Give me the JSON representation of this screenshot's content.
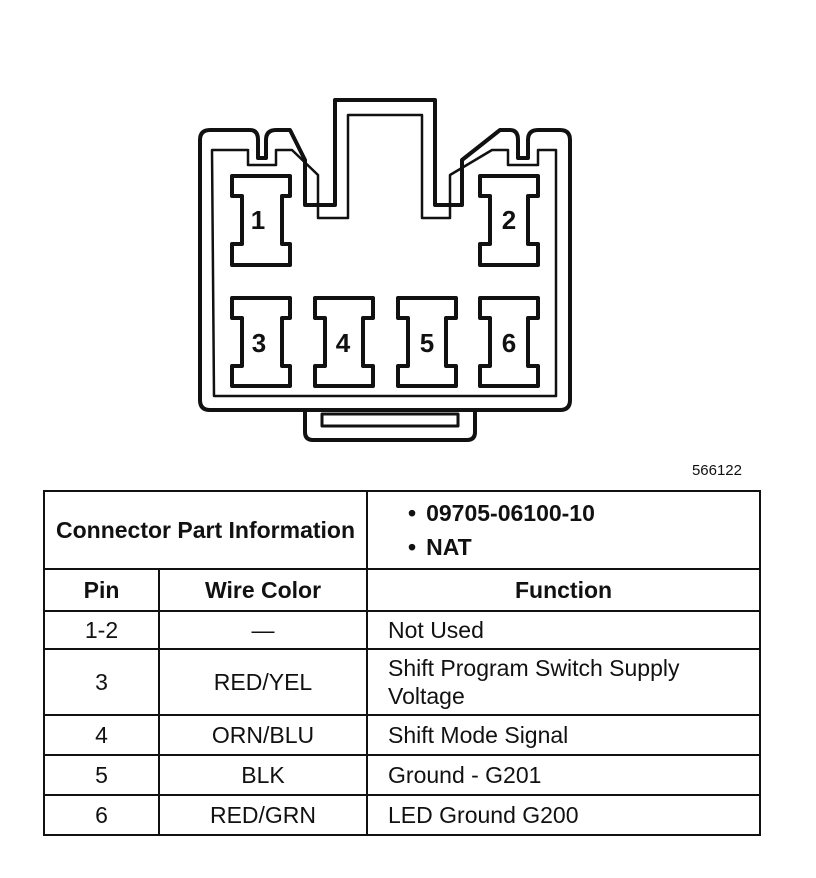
{
  "connector": {
    "pins": [
      "1",
      "2",
      "3",
      "4",
      "5",
      "6"
    ]
  },
  "figure_number": "566122",
  "table": {
    "part_info_label": "Connector Part Information",
    "part_numbers": [
      "09705-06100-10",
      "NAT"
    ],
    "headers": {
      "pin": "Pin",
      "wire_color": "Wire Color",
      "function": "Function"
    },
    "rows": [
      {
        "pin": "1-2",
        "wire_color": "—",
        "function": "Not Used"
      },
      {
        "pin": "3",
        "wire_color": "RED/YEL",
        "function": "Shift Program Switch Supply Voltage"
      },
      {
        "pin": "4",
        "wire_color": "ORN/BLU",
        "function": "Shift Mode Signal"
      },
      {
        "pin": "5",
        "wire_color": "BLK",
        "function": "Ground - G201"
      },
      {
        "pin": "6",
        "wire_color": "RED/GRN",
        "function": "LED Ground G200"
      }
    ]
  }
}
